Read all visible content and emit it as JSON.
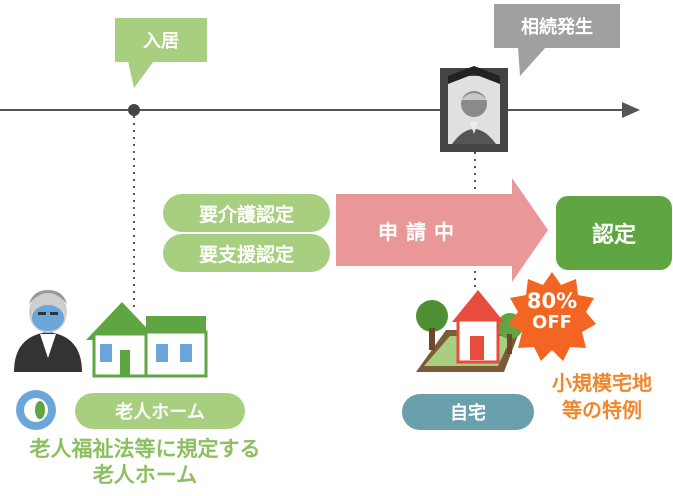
{
  "timeline": {
    "move_in_label": "入居",
    "inheritance_label": "相続発生"
  },
  "certifications": {
    "care_label": "要介護認定",
    "support_label": "要支援認定",
    "applying_label": "申請中",
    "certified_label": "認定"
  },
  "elderly_home": {
    "label": "老人ホーム",
    "description_line1": "老人福祉法等に規定する",
    "description_line2": "老人ホーム"
  },
  "own_home": {
    "label": "自宅",
    "discount_percent": "80%",
    "discount_off": "OFF",
    "special_line1": "小規模宅地",
    "special_line2": "等の特例"
  },
  "colors": {
    "green_light": "#a7cf7f",
    "green_dark": "#5fa542",
    "arrow_pink": "#e99797",
    "gray": "#a0a0a0",
    "teal": "#6aa0ab",
    "orange": "#f26522"
  }
}
